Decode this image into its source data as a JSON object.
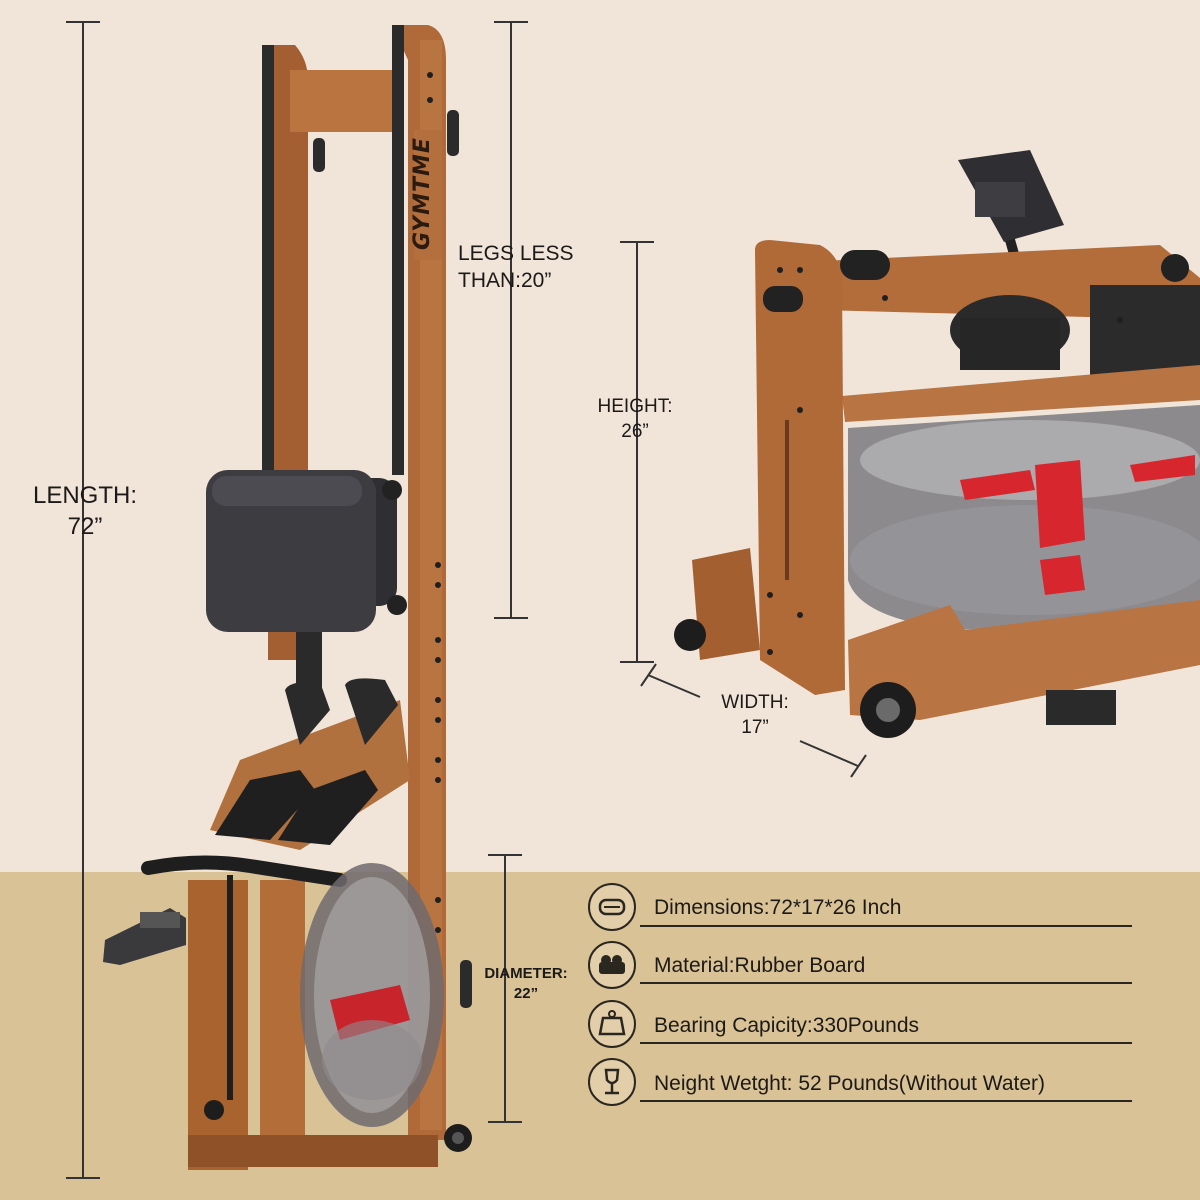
{
  "brand": {
    "logo_text": "GYMTME"
  },
  "dimensions": {
    "length": {
      "line1": "LENGTH:",
      "line2": "72”"
    },
    "legs": {
      "line1": "LEGS LESS",
      "line2": "THAN:20”"
    },
    "height": {
      "line1": "HEIGHT:",
      "line2": "26”"
    },
    "width": {
      "line1": "WIDTH:",
      "line2": "17”"
    },
    "diameter": {
      "line1": "DIAMETER:",
      "line2": "22”"
    }
  },
  "specs": [
    {
      "icon": "dimensions-icon",
      "text": "Dimensions:72*17*26 Inch"
    },
    {
      "icon": "material-icon",
      "text": "Material:Rubber Board"
    },
    {
      "icon": "weight-capacity-icon",
      "text": "Bearing Capicity:330Pounds"
    },
    {
      "icon": "net-weight-icon",
      "text": "Neight Wetght: 52 Pounds(Without Water)"
    }
  ],
  "colors": {
    "background_top": "#f1e5d9",
    "background_bottom": "#d9c296",
    "wood": "#b06a3a",
    "dark_wood": "#8a4e28",
    "seat": "#3a3a3d",
    "tank_red": "#d8262e"
  }
}
